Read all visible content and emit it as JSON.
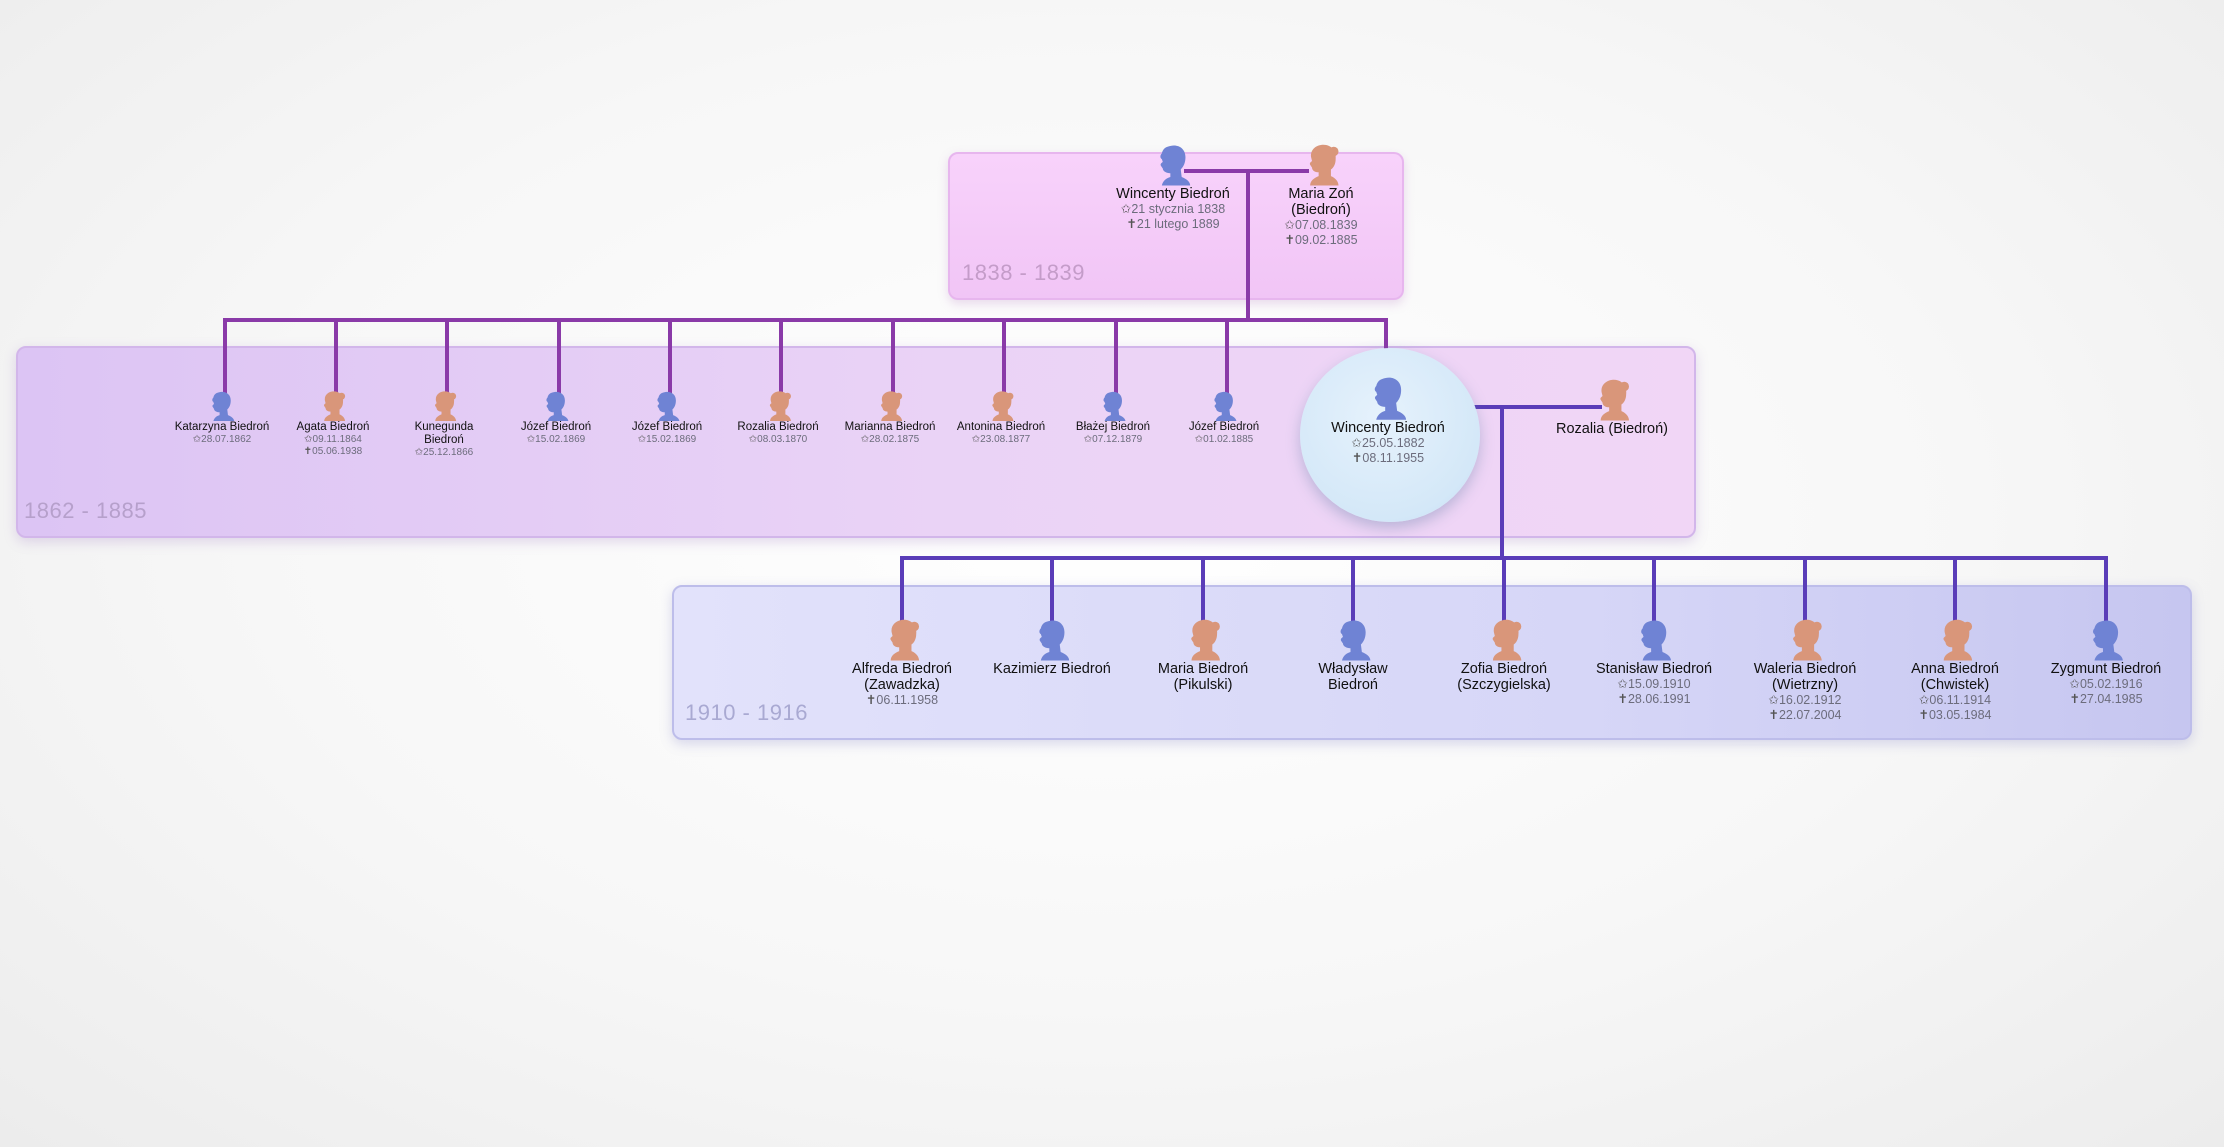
{
  "colors": {
    "male": "#6f83d4",
    "female": "#d9967a",
    "link_gen1": "#8a3aa8",
    "link_gen2": "#5a3db8"
  },
  "bands": [
    {
      "range": "1838 - 1839"
    },
    {
      "range": "1862 - 1885"
    },
    {
      "range": "1910 - 1916"
    }
  ],
  "parents": [
    {
      "name": "Wincenty Biedroń",
      "birth": "21 stycznia 1838",
      "death": "21 lutego 1889",
      "gender": "male",
      "icon": "male-head-icon"
    },
    {
      "name": "Maria Zoń",
      "name2": "(Biedroń)",
      "birth": "07.08.1839",
      "death": "09.02.1885",
      "gender": "female",
      "icon": "female-head-icon"
    }
  ],
  "gen2": [
    {
      "name": "Katarzyna Biedroń",
      "birth": "28.07.1862",
      "gender": "male"
    },
    {
      "name": "Agata Biedroń",
      "birth": "09.11.1864",
      "death": "05.06.1938",
      "gender": "female"
    },
    {
      "name": "Kunegunda",
      "name2": "Biedroń",
      "birth": "25.12.1866",
      "gender": "female"
    },
    {
      "name": "Józef Biedroń",
      "birth": "15.02.1869",
      "gender": "male"
    },
    {
      "name": "Józef Biedroń",
      "birth": "15.02.1869",
      "gender": "male"
    },
    {
      "name": "Rozalia Biedroń",
      "birth": "08.03.1870",
      "gender": "female"
    },
    {
      "name": "Marianna Biedroń",
      "birth": "28.02.1875",
      "gender": "female"
    },
    {
      "name": "Antonina Biedroń",
      "birth": "23.08.1877",
      "gender": "female"
    },
    {
      "name": "Błażej Biedroń",
      "birth": "07.12.1879",
      "gender": "male"
    },
    {
      "name": "Józef Biedroń",
      "birth": "01.02.1885",
      "gender": "male"
    }
  ],
  "focus": {
    "name": "Wincenty Biedroń",
    "birth": "25.05.1882",
    "death": "08.11.1955",
    "gender": "male"
  },
  "spouse": {
    "name": "Rozalia (Biedroń)",
    "gender": "female"
  },
  "gen3": [
    {
      "name": "Alfreda Biedroń",
      "name2": "(Zawadzka)",
      "death": "06.11.1958",
      "gender": "female"
    },
    {
      "name": "Kazimierz Biedroń",
      "gender": "male"
    },
    {
      "name": "Maria Biedroń",
      "name2": "(Pikulski)",
      "gender": "female"
    },
    {
      "name": "Władysław",
      "name2": "Biedroń",
      "gender": "male"
    },
    {
      "name": "Zofia Biedroń",
      "name2": "(Szczygielska)",
      "gender": "female"
    },
    {
      "name": "Stanisław Biedroń",
      "birth": "15.09.1910",
      "death": "28.06.1991",
      "gender": "male"
    },
    {
      "name": "Waleria Biedroń",
      "name2": "(Wietrzny)",
      "birth": "16.02.1912",
      "death": "22.07.2004",
      "gender": "female"
    },
    {
      "name": "Anna Biedroń",
      "name2": "(Chwistek)",
      "birth": "06.11.1914",
      "death": "03.05.1984",
      "gender": "female"
    },
    {
      "name": "Zygmunt Biedroń",
      "birth": "05.02.1916",
      "death": "27.04.1985",
      "gender": "male"
    }
  ],
  "symbols": {
    "birth": "✩",
    "death": "✝"
  }
}
